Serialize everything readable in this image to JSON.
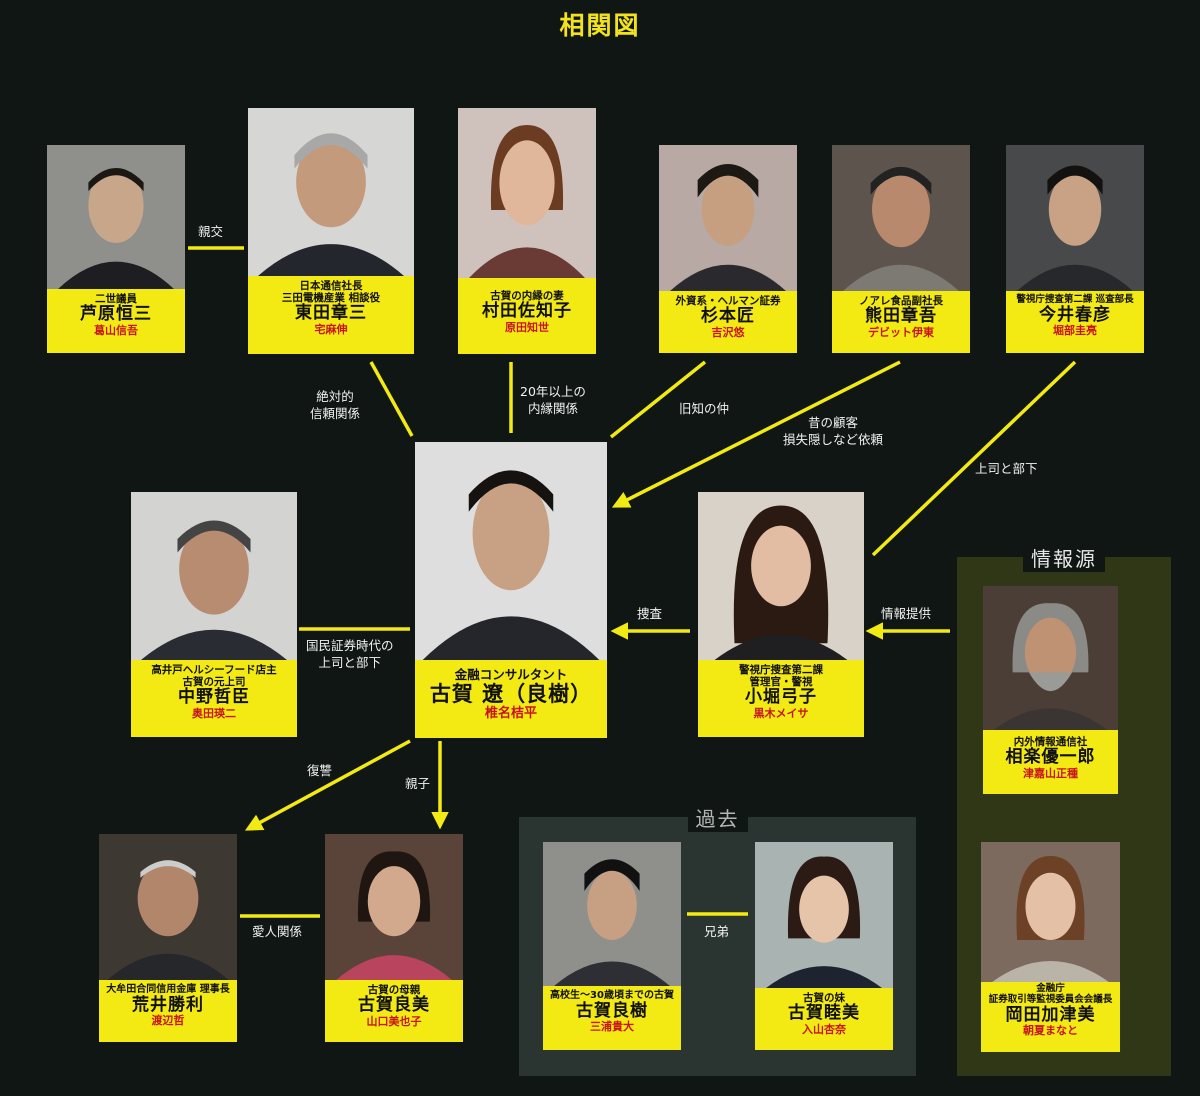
{
  "title": "相関図",
  "groups": {
    "info": {
      "title": "情報源"
    },
    "past": {
      "title": "過去"
    }
  },
  "colors": {
    "background": "#0f1613",
    "accent": "#f4ea13",
    "actor": "#c8141c",
    "info_box": "#2f3716",
    "past_box": "#2a3531"
  },
  "characters": {
    "ashihara": {
      "role": "二世議員",
      "name": "芦原恒三",
      "actor": "葛山信吾"
    },
    "higashida": {
      "role": "日本通信社長\n三田電機産業 相談役",
      "name": "東田章三",
      "actor": "宅麻伸"
    },
    "murata": {
      "role": "古賀の内縁の妻",
      "name": "村田佐知子",
      "actor": "原田知世"
    },
    "sugimoto": {
      "role": "外資系・ヘルマン証券",
      "name": "杉本匠",
      "actor": "吉沢悠"
    },
    "kumada": {
      "role": "ノアレ食品副社長",
      "name": "熊田章吾",
      "actor": "デビット伊東"
    },
    "imai": {
      "role": "警視庁捜査第二課 巡査部長",
      "name": "今井春彦",
      "actor": "堀部圭亮"
    },
    "nakano": {
      "role": "高井戸ヘルシーフード店主\n古賀の元上司",
      "name": "中野哲臣",
      "actor": "奥田瑛二"
    },
    "koga": {
      "role": "金融コンサルタント",
      "name": "古賀 遼（良樹）",
      "actor": "椎名桔平"
    },
    "kobori": {
      "role": "警視庁捜査第二課\n管理官・警視",
      "name": "小堀弓子",
      "actor": "黒木メイサ"
    },
    "sagara": {
      "role": "内外情報通信社",
      "name": "相楽優一郎",
      "actor": "津嘉山正種"
    },
    "okada": {
      "role": "金融庁\n証券取引等監視委員会会議長",
      "name": "岡田加津美",
      "actor": "朝夏まなと"
    },
    "arai": {
      "role": "大牟田合同信用金庫 理事長",
      "name": "荒井勝利",
      "actor": "渡辺哲"
    },
    "yoshimi": {
      "role": "古賀の母親",
      "name": "古賀良美",
      "actor": "山口美也子"
    },
    "young_koga": {
      "role": "高校生〜30歳頃までの古賀",
      "name": "古賀良樹",
      "actor": "三浦貴大"
    },
    "mutsumi": {
      "role": "古賀の妹",
      "name": "古賀睦美",
      "actor": "入山杏奈"
    }
  },
  "relations": {
    "shinko": "親交",
    "zettai": "絶対的\n信頼関係",
    "naien": "20年以上の\n内縁関係",
    "kyuchi": "旧知の仲",
    "mukashi": "昔の顧客\n損失隠しなど依頼",
    "joshi_buka": "上司と部下",
    "kokumin": "国民証券時代の\n上司と部下",
    "sosa": "捜査",
    "joho": "情報提供",
    "fukushu": "復讐",
    "oyako": "親子",
    "aijin": "愛人関係",
    "kyodai": "兄弟"
  }
}
